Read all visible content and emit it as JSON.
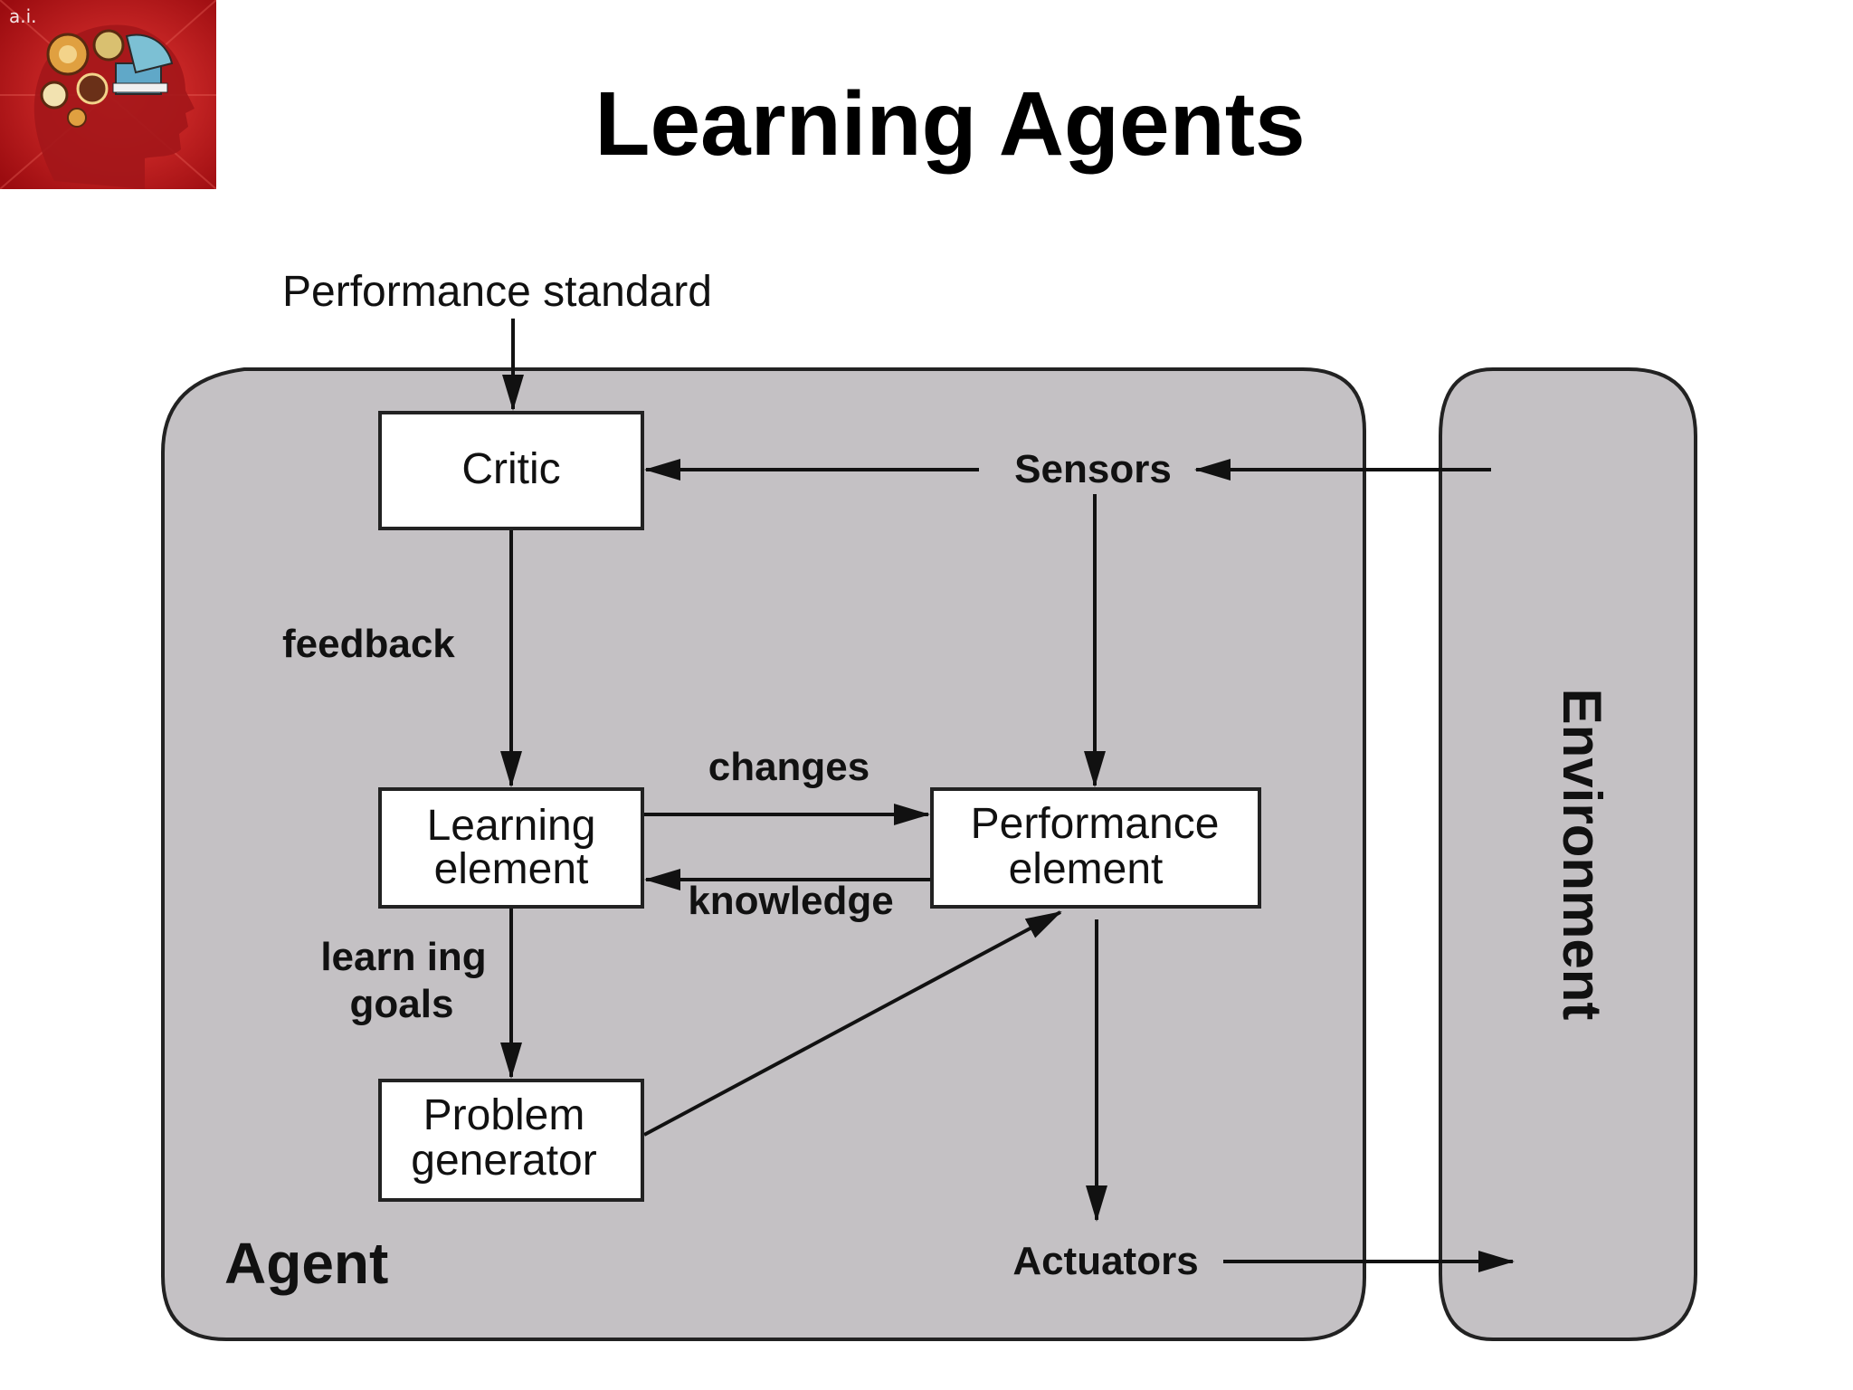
{
  "logo": {
    "caption": "a.i.",
    "icon": "brain-head-logo-icon",
    "colors": {
      "background": "#c41a1e",
      "accent": "#e8a040"
    }
  },
  "slide": {
    "title": "Learning Agents"
  },
  "diagram": {
    "colors": {
      "panel_fill": "#c4c1c4",
      "panel_stroke": "#222222",
      "box_fill": "#ffffff",
      "arrow": "#111111"
    },
    "labels": {
      "performance_standard": "Performance standard",
      "critic": "Critic",
      "sensors": "Sensors",
      "feedback": "feedback",
      "changes": "changes",
      "knowledge": "knowledge",
      "learning_element_line1": "Learning",
      "learning_element_line2": "element",
      "performance_element_line1": "Performance",
      "performance_element_line2": "element",
      "learning_goals_line1": "learn ing",
      "learning_goals_line2": "goals",
      "problem_generator_line1": "Problem",
      "problem_generator_line2": "generator",
      "agent": "Agent",
      "actuators": "Actuators",
      "environment": "Environment"
    }
  }
}
